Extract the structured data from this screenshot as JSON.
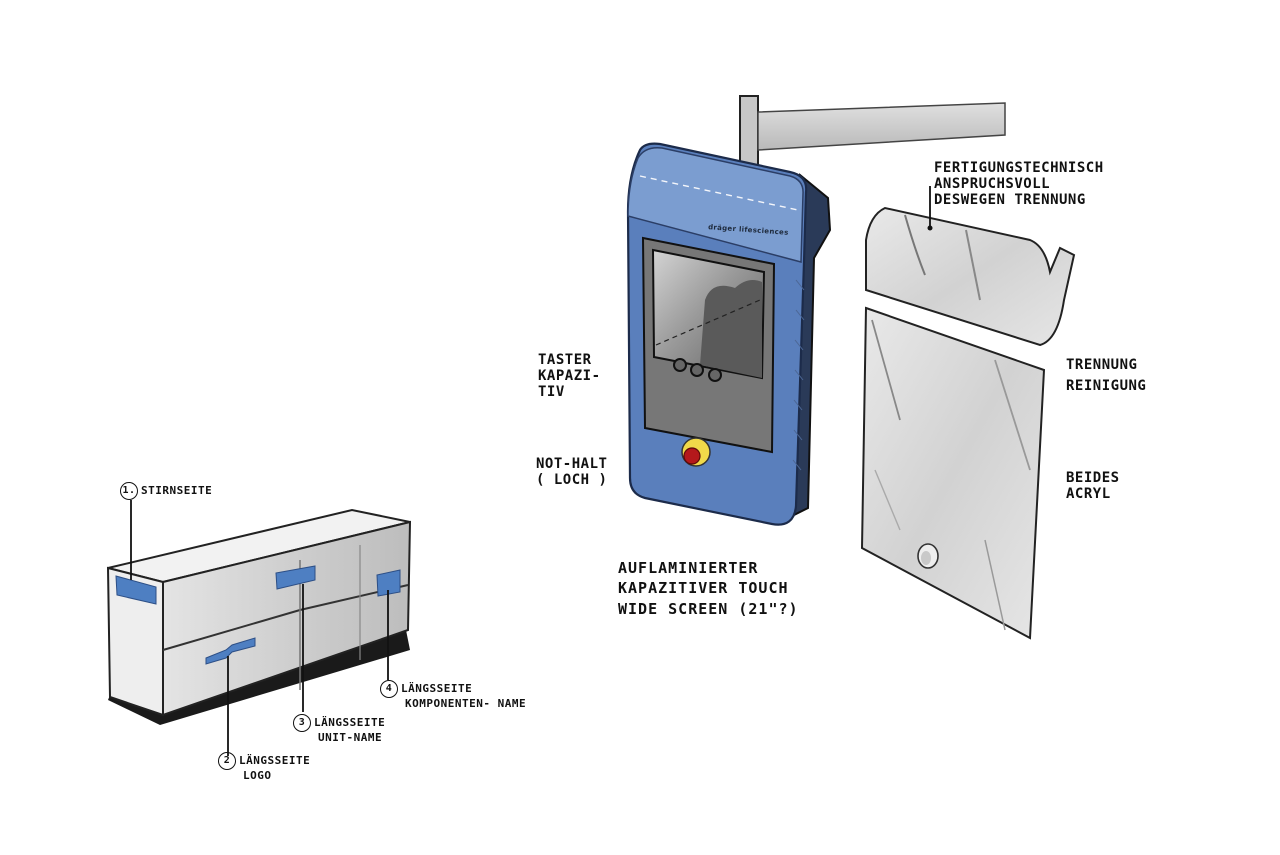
{
  "sketch": {
    "box_labels": {
      "stirnseite": {
        "num": "1.",
        "text": "STIRNSEITE"
      },
      "logo": {
        "num": "2",
        "line1": "LÄNGSSEITE",
        "line2": "LOGO"
      },
      "unit_name": {
        "num": "3",
        "line1": "LÄNGSSEITE",
        "line2": "UNIT-NAME"
      },
      "komponenten": {
        "num": "4",
        "line1": "LÄNGSSEITE",
        "line2": "KOMPONENTEN- NAME"
      }
    },
    "panel_brand": "dräger lifesciences",
    "notes": {
      "fertigung": [
        "FERTIGUNGSTECHNISCH",
        "ANSPRUCHSVOLL",
        "DESWEGEN TRENNUNG"
      ],
      "taster": [
        "TASTER",
        "KAPAZI-",
        "TIV"
      ],
      "nothalt": [
        "NOT-HALT",
        "( LOCH )"
      ],
      "touch": [
        "AUFLAMINIERTER",
        "KAPAZITIVER TOUCH",
        "WIDE SCREEN  (21\"?)"
      ],
      "trennung": [
        "TRENNUNG",
        "REINIGUNG"
      ],
      "acryl": [
        "BEIDES",
        "ACRYL"
      ]
    },
    "colors": {
      "panel_blue": "#5a7fbc",
      "panel_dark_blue": "#3c5f9a",
      "screen_gray": "#6f6f6f",
      "emergency_red": "#b4181b",
      "emergency_yellow": "#f0d94a",
      "acrylic_gray": "#dcdcdc"
    }
  }
}
